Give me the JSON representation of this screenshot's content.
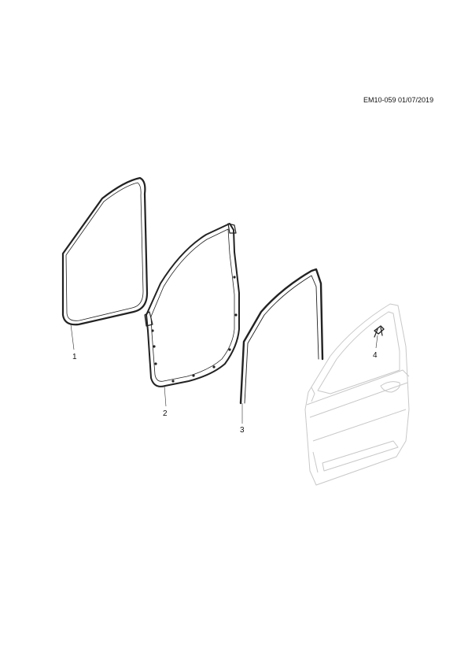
{
  "header": {
    "reference": "EM10-059 01/07/2019"
  },
  "callouts": [
    "1",
    "2",
    "3",
    "4"
  ]
}
